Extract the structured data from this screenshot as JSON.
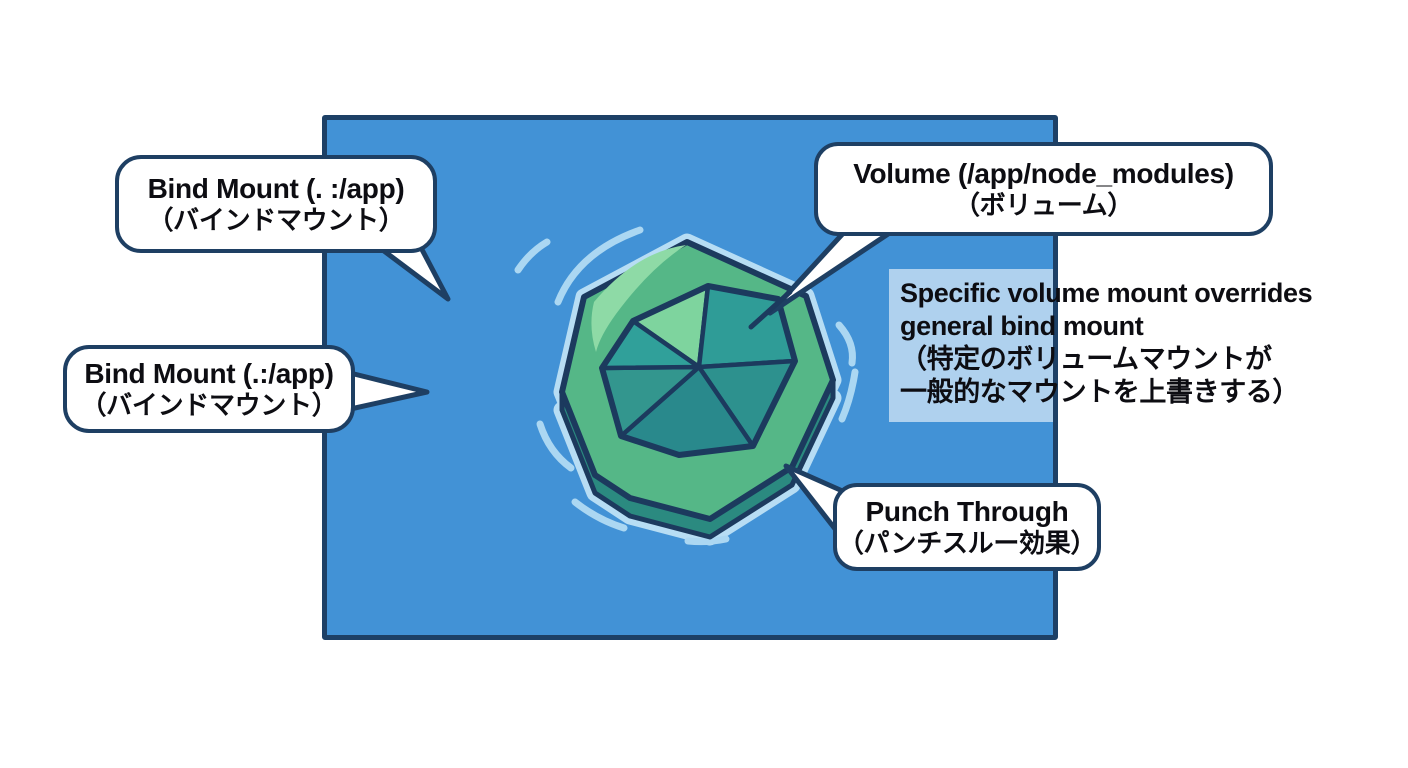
{
  "colors": {
    "background": "#ffffff",
    "panel_fill": "#4292d6",
    "panel_border": "#1d4066",
    "bubble_fill": "#ffffff",
    "bubble_border": "#1e3f63",
    "text": "#0d0d12",
    "note_highlight": "#cfe6f8",
    "gem_green": "#55b787",
    "gem_green_light": "#8edaa6",
    "gem_side_teal": "#2b8a80",
    "gem_outline_navy": "#1c3a5e",
    "gem_facet_light": "#7ed49e",
    "gem_facet_teal": "#2f9c97",
    "ripple_blue": "#abd7f2"
  },
  "callouts": {
    "bind_mount_top": {
      "en": "Bind Mount (. :/app)",
      "ja": "（バインドマウント）"
    },
    "bind_mount_left": {
      "en": "Bind Mount (.:/app)",
      "ja": "（バインドマウント）"
    },
    "volume": {
      "en": "Volume (/app/node_modules)",
      "ja": "（ボリューム）"
    },
    "punch_through": {
      "en": "Punch Through",
      "ja": "（パンチスルー効果）"
    }
  },
  "note": {
    "line1": "Specific volume mount overrides",
    "line2": "general bind mount",
    "line3": "（特定のボリュームマウントが",
    "line4": "一般的なマウントを上書きする）"
  }
}
